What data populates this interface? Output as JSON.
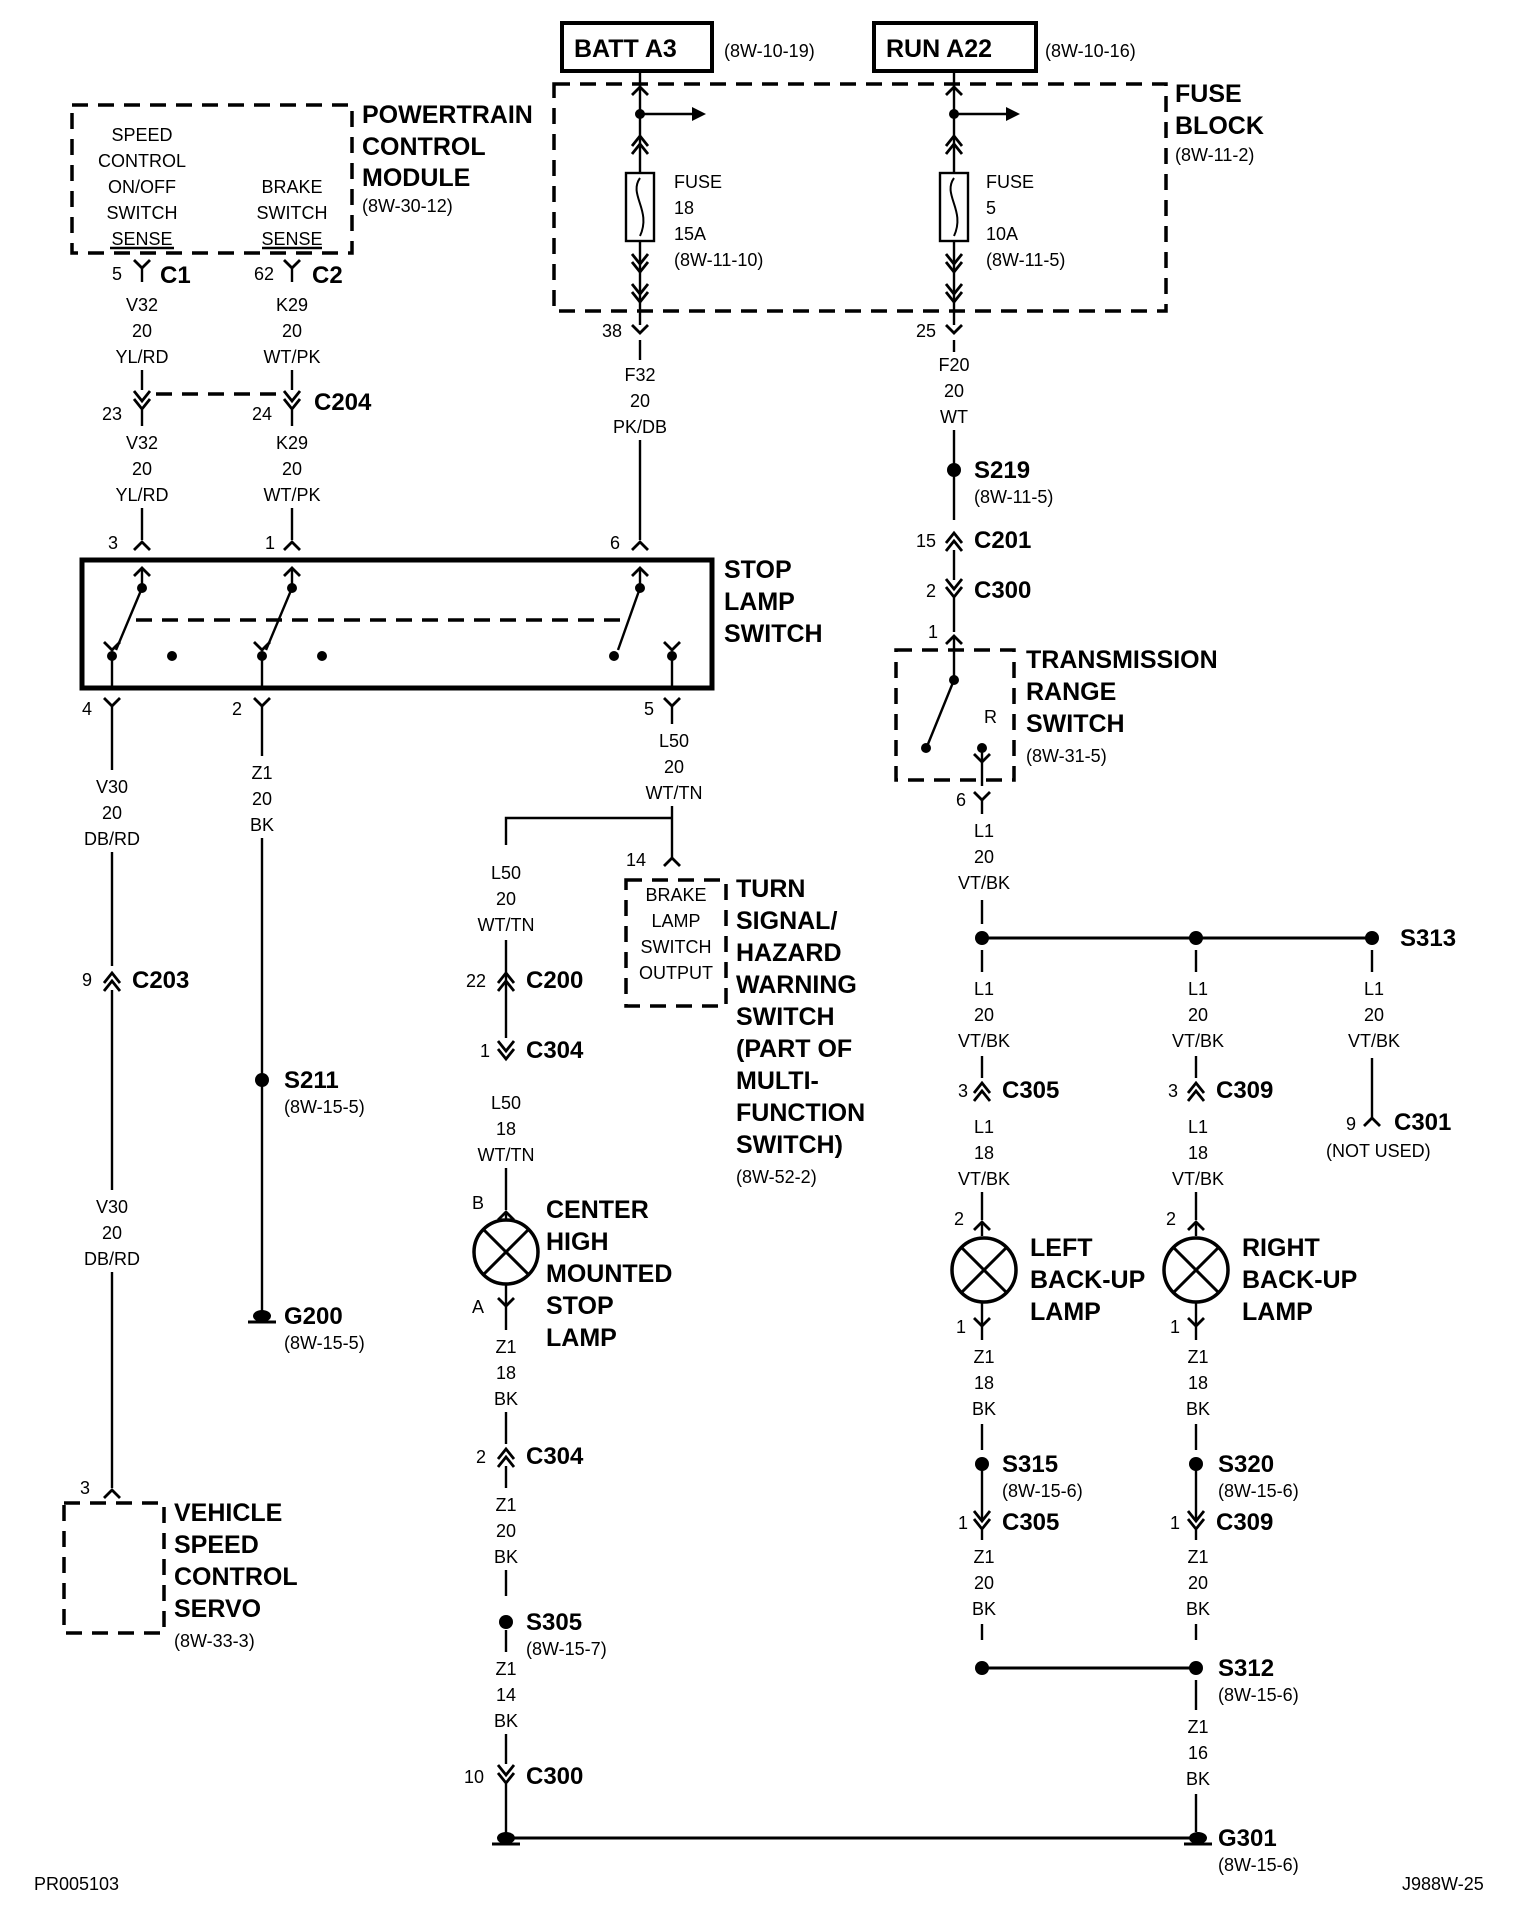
{
  "top": {
    "batt": "BATT A3",
    "batt_ref": "(8W-10-19)",
    "run": "RUN A22",
    "run_ref": "(8W-10-16)"
  },
  "fuse_block": {
    "title1": "FUSE",
    "title2": "BLOCK",
    "ref": "(8W-11-2)",
    "fuse18": {
      "l1": "FUSE",
      "l2": "18",
      "l3": "15A",
      "ref": "(8W-11-10)"
    },
    "fuse5": {
      "l1": "FUSE",
      "l2": "5",
      "l3": "10A",
      "ref": "(8W-11-5)"
    },
    "pin_left": "38",
    "pin_right": "25"
  },
  "pcm": {
    "t1": "POWERTRAIN",
    "t2": "CONTROL",
    "t3": "MODULE",
    "ref": "(8W-30-12)",
    "sc1": "SPEED",
    "sc2": "CONTROL",
    "sc3": "ON/OFF",
    "sc4": "SWITCH",
    "sc5": "SENSE",
    "bs1": "BRAKE",
    "bs2": "SWITCH",
    "bs3": "SENSE",
    "pin_c1": "5",
    "c1": "C1",
    "pin_c2": "62",
    "c2": "C2"
  },
  "wires": {
    "v32a": [
      "V32",
      "20",
      "YL/RD"
    ],
    "k29a": [
      "K29",
      "20",
      "WT/PK"
    ],
    "v32b": [
      "V32",
      "20",
      "YL/RD"
    ],
    "k29b": [
      "K29",
      "20",
      "WT/PK"
    ],
    "f32": [
      "F32",
      "20",
      "PK/DB"
    ],
    "f20": [
      "F20",
      "20",
      "WT"
    ],
    "v30a": [
      "V30",
      "20",
      "DB/RD"
    ],
    "v30b": [
      "V30",
      "20",
      "DB/RD"
    ],
    "z1a": [
      "Z1",
      "20",
      "BK"
    ],
    "l50a": [
      "L50",
      "20",
      "WT/TN"
    ],
    "l50b": [
      "L50",
      "20",
      "WT/TN"
    ],
    "l50c": [
      "L50",
      "18",
      "WT/TN"
    ],
    "z1b": [
      "Z1",
      "18",
      "BK"
    ],
    "z1c": [
      "Z1",
      "20",
      "BK"
    ],
    "z1d": [
      "Z1",
      "14",
      "BK"
    ],
    "l1a": [
      "L1",
      "20",
      "VT/BK"
    ],
    "l1b": [
      "L1",
      "20",
      "VT/BK"
    ],
    "l1c": [
      "L1",
      "20",
      "VT/BK"
    ],
    "l1d": [
      "L1",
      "20",
      "VT/BK"
    ],
    "l1e": [
      "L1",
      "18",
      "VT/BK"
    ],
    "l1f": [
      "L1",
      "18",
      "VT/BK"
    ],
    "z1e": [
      "Z1",
      "18",
      "BK"
    ],
    "z1f": [
      "Z1",
      "18",
      "BK"
    ],
    "z1g": [
      "Z1",
      "20",
      "BK"
    ],
    "z1h": [
      "Z1",
      "20",
      "BK"
    ],
    "z1i": [
      "Z1",
      "16",
      "BK"
    ]
  },
  "connectors": {
    "c204": "C204",
    "c204_p1": "23",
    "c204_p2": "24",
    "c201": "C201",
    "c201_p": "15",
    "c300a": "C300",
    "c300a_p": "2",
    "c203": "C203",
    "c203_p": "9",
    "c200": "C200",
    "c200_p": "22",
    "c304a": "C304",
    "c304a_p": "1",
    "c304b": "C304",
    "c304b_p": "2",
    "c300b": "C300",
    "c300b_p": "10",
    "c305a": "C305",
    "c305a_p": "3",
    "c309a": "C309",
    "c309a_p": "3",
    "c305b": "C305",
    "c305b_p": "1",
    "c309b": "C309",
    "c309b_p": "1",
    "c301": "C301",
    "c301_p": "9",
    "c301_note": "(NOT USED)"
  },
  "splices": {
    "s219": "S219",
    "s219_ref": "(8W-11-5)",
    "s211": "S211",
    "s211_ref": "(8W-15-5)",
    "s305": "S305",
    "s305_ref": "(8W-15-7)",
    "s313": "S313",
    "s315": "S315",
    "s315_ref": "(8W-15-6)",
    "s320": "S320",
    "s320_ref": "(8W-15-6)",
    "s312": "S312",
    "s312_ref": "(8W-15-6)"
  },
  "grounds": {
    "g200": "G200",
    "g200_ref": "(8W-15-5)",
    "g301": "G301",
    "g301_ref": "(8W-15-6)"
  },
  "stop_lamp_switch": {
    "t1": "STOP",
    "t2": "LAMP",
    "t3": "SWITCH",
    "p3": "3",
    "p1": "1",
    "p6": "6",
    "p4": "4",
    "p2": "2",
    "p5": "5"
  },
  "trs": {
    "t1": "TRANSMISSION",
    "t2": "RANGE",
    "t3": "SWITCH",
    "ref": "(8W-31-5)",
    "p1": "1",
    "p6": "6",
    "r": "R"
  },
  "turn_signal": {
    "pin": "14",
    "b1": "BRAKE",
    "b2": "LAMP",
    "b3": "SWITCH",
    "b4": "OUTPUT",
    "t1": "TURN",
    "t2": "SIGNAL/",
    "t3": "HAZARD",
    "t4": "WARNING",
    "t5": "SWITCH",
    "t6": "(PART OF",
    "t7": "MULTI-",
    "t8": "FUNCTION",
    "t9": "SWITCH)",
    "ref": "(8W-52-2)"
  },
  "chmsl": {
    "pin_b": "B",
    "pin_a": "A",
    "t1": "CENTER",
    "t2": "HIGH",
    "t3": "MOUNTED",
    "t4": "STOP",
    "t5": "LAMP"
  },
  "left_lamp": {
    "pin_top": "2",
    "pin_bot": "1",
    "t1": "LEFT",
    "t2": "BACK-UP",
    "t3": "LAMP"
  },
  "right_lamp": {
    "pin_top": "2",
    "pin_bot": "1",
    "t1": "RIGHT",
    "t2": "BACK-UP",
    "t3": "LAMP"
  },
  "servo": {
    "pin": "3",
    "t1": "VEHICLE",
    "t2": "SPEED",
    "t3": "CONTROL",
    "t4": "SERVO",
    "ref": "(8W-33-3)"
  },
  "footer": {
    "left": "PR005103",
    "right": "J988W-25"
  }
}
